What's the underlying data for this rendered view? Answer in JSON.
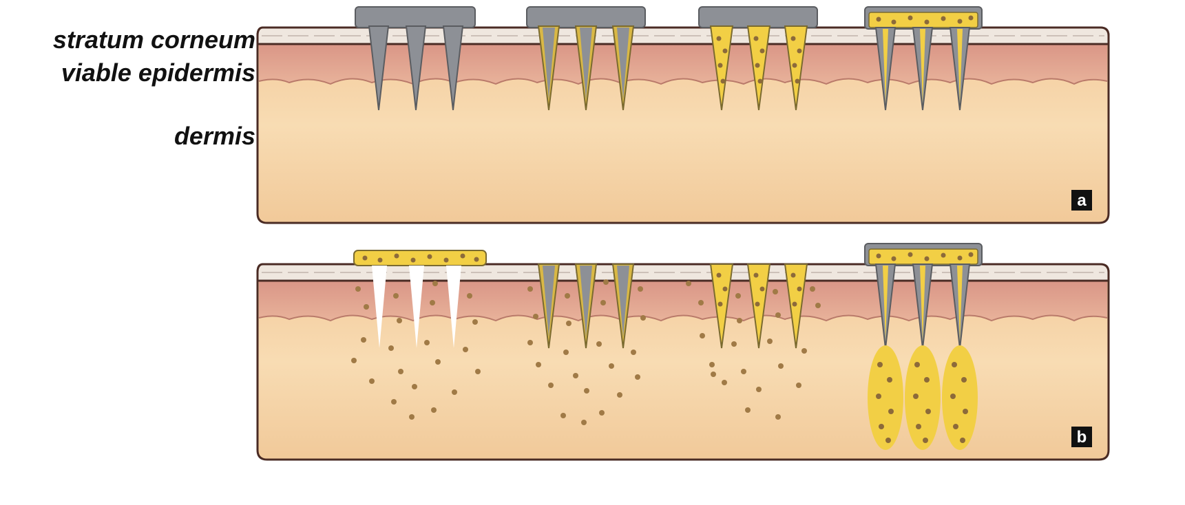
{
  "layers": {
    "stratum_corneum": "stratum corneum",
    "viable_epidermis": "viable epidermis",
    "dermis": "dermis"
  },
  "panels": [
    {
      "id": "a",
      "label": "a"
    },
    {
      "id": "b",
      "label": "b"
    }
  ],
  "colors": {
    "dermis": "#f6d3a5",
    "epidermis": "#e4a894",
    "stratum_corneum": "#efe7df",
    "needle": "#8d9096",
    "drug": "#f2cf45",
    "particle": "#8c6a3a",
    "outline": "#4a2b24",
    "badge": "#111111"
  }
}
